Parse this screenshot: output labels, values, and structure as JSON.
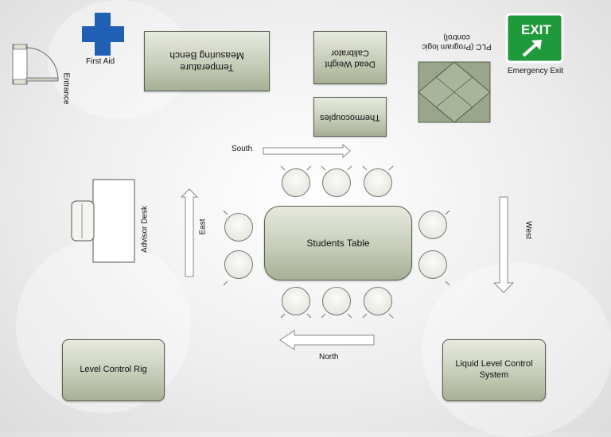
{
  "labels": {
    "first_aid": "First Aid",
    "entrance": "Entrance",
    "temp_bench": "Temperature Measuring Bench",
    "dead_weight": "Dead Weight Calibrator",
    "thermocouples": "Thermocouples",
    "plc": "PLC (Program logic control)",
    "exit_sign": "EXIT",
    "emergency_exit": "Emergency Exit",
    "south": "South",
    "north": "North",
    "east": "East",
    "west": "West",
    "advisor_desk": "Advisor Desk",
    "students_table": "Students Table",
    "level_control_rig": "Level Control Rig",
    "liquid_level": "Liquid Level Control System"
  },
  "colors": {
    "first_aid_cross": "#1f5fb4",
    "exit_green": "#1f9a3a",
    "box_border": "#55604f",
    "plc_fill": "#9aa68a"
  }
}
